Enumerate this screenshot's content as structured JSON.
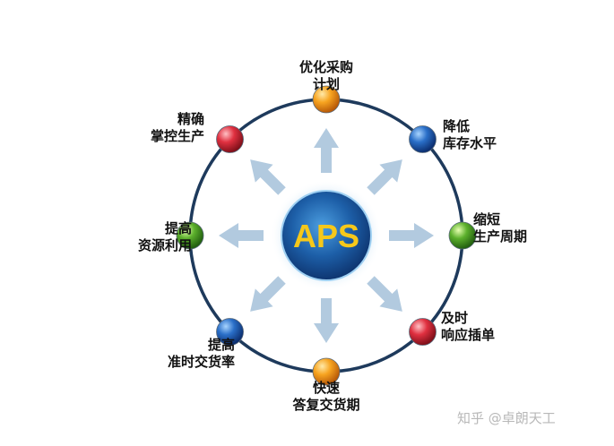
{
  "center": {
    "label": "APS"
  },
  "nodes": [
    {
      "id": "procurement",
      "lines": [
        "优化采购",
        "计划"
      ],
      "color": "orange"
    },
    {
      "id": "inventory",
      "lines": [
        "降低",
        "库存水平"
      ],
      "color": "blue"
    },
    {
      "id": "cycle",
      "lines": [
        "缩短",
        "生产周期"
      ],
      "color": "green"
    },
    {
      "id": "response",
      "lines": [
        "及时",
        "响应插单"
      ],
      "color": "red"
    },
    {
      "id": "delivery",
      "lines": [
        "快速",
        "答复交货期"
      ],
      "color": "orange"
    },
    {
      "id": "ontime",
      "lines": [
        "提高",
        "准时交货率"
      ],
      "color": "blue"
    },
    {
      "id": "resource",
      "lines": [
        "提高",
        "资源利用"
      ],
      "color": "green"
    },
    {
      "id": "control",
      "lines": [
        "精确",
        "掌控生产"
      ],
      "color": "red"
    }
  ],
  "watermark": "知乎 @卓朗天工",
  "colors": {
    "ring": "#1e3a5c",
    "arrow": "#aac4dc",
    "orange": "#f28a18",
    "blue": "#2060b8",
    "green": "#48a02a",
    "red": "#d8303a"
  }
}
